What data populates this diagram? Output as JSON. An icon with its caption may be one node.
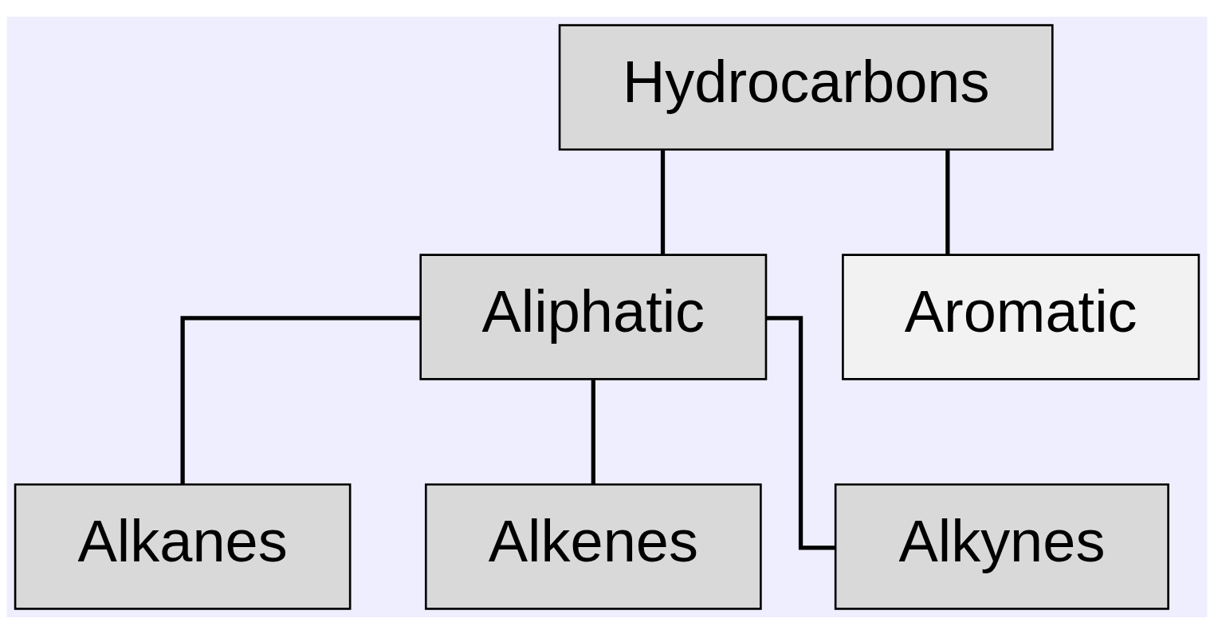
{
  "diagram": {
    "nodes": [
      {
        "text": [
          "Hydrocarbons"
        ]
      },
      {
        "text": [
          "Aliphatic"
        ]
      },
      {
        "text": [
          "Aromatic"
        ]
      },
      {
        "text": [
          "Alkanes"
        ]
      },
      {
        "text": [
          "Alkenes"
        ]
      },
      {
        "text": [
          "Alkynes"
        ]
      }
    ],
    "edges": [
      {
        "from": 0,
        "to": 1,
        "arrow": "none"
      },
      {
        "from": 0,
        "to": 2,
        "arrow": "none"
      },
      {
        "from": 1,
        "to": 3,
        "arrow": "none"
      },
      {
        "from": 1,
        "to": 4,
        "arrow": "none"
      },
      {
        "from": 1,
        "to": 5,
        "arrow": "none"
      }
    ]
  }
}
